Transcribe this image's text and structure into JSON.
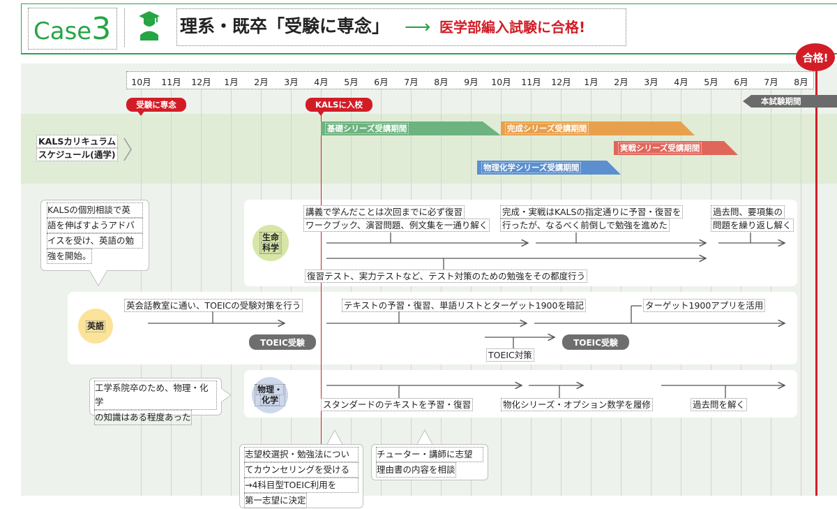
{
  "header": {
    "case_label": "Case",
    "case_number": "3",
    "title_main": "理系・既卒「受験に専念」",
    "arrow": "⟶",
    "title_result": "医学部編入試験に合格!"
  },
  "timeline": {
    "months": [
      "10月",
      "11月",
      "12月",
      "1月",
      "2月",
      "3月",
      "4月",
      "5月",
      "6月",
      "7月",
      "8月",
      "9月",
      "10月",
      "11月",
      "12月",
      "1月",
      "2月",
      "3月",
      "4月",
      "5月",
      "6月",
      "7月",
      "8月"
    ],
    "markers": {
      "start": "受験に専念",
      "enroll": "KALSに入校",
      "pass": "合格!",
      "exam_period": "本試験期間"
    }
  },
  "curriculum": {
    "label_line1": "KALSカリキュラム",
    "label_line2": "スケジュール(通学)",
    "bars": [
      {
        "label": "基礎シリーズ受講期間",
        "color": "#6db37f"
      },
      {
        "label": "完成シリーズ受講期間",
        "color": "#e8a04c"
      },
      {
        "label": "実戦シリーズ受講期間",
        "color": "#e0665a"
      },
      {
        "label": "物理化学シリーズ受講期間",
        "color": "#5b8fcf"
      }
    ]
  },
  "consult_note": {
    "l1": "KALSの個別相談で英",
    "l2": "語を伸ばすようアドバ",
    "l3": "イスを受け、英語の勉",
    "l4": "強を開始。"
  },
  "life_science": {
    "subject": "生命科学",
    "subject_l1": "生命",
    "subject_l2": "科学",
    "note1_l1": "講義で学んだことは次回までに必ず復習",
    "note1_l2": "ワークブック、演習問題、例文集を一通り解く",
    "note2_l1": "完成・実戦はKALSの指定通りに予習・復習を",
    "note2_l2": "行ったが、なるべく前倒しで勉強を進めた",
    "note3_l1": "過去問、要項集の",
    "note3_l2": "問題を繰り返し解く",
    "note4": "復習テスト、実力テストなど、テスト対策のための勉強をその都度行う"
  },
  "english": {
    "subject": "英語",
    "note1": "英会話教室に通い、TOEICの受験対策を行う",
    "note2": "テキストの予習・復習、単語リストとターゲット1900を暗記",
    "note3": "ターゲット1900アプリを活用",
    "toeic1": "TOEIC受験",
    "toeic2": "TOEIC受験",
    "toeic_prep": "TOEIC対策"
  },
  "physchem": {
    "subject_l1": "物理・",
    "subject_l2": "化学",
    "bg_note_l1": "工学系院卒のため、物理・化学",
    "bg_note_l2": "の知識はある程度あった",
    "note1": "スタンダードのテキストを予習・復習",
    "note2": "物化シリーズ・オプション数学を履修",
    "note3": "過去問を解く"
  },
  "bottom_notes": {
    "counsel_l1": "志望校選択・勉強法につい",
    "counsel_l2": "てカウンセリングを受ける",
    "counsel_l3": "→4科目型TOEIC利用を",
    "counsel_l4": "第一志望に決定",
    "tutor_l1": "チューター・講師に志望",
    "tutor_l2": "理由書の内容を相談"
  },
  "colors": {
    "green": "#26a545",
    "red": "#d21d27",
    "band_bg": "#e4eedc",
    "section_bg": "#eef2ec",
    "life_circle": "#d7e6a6",
    "eng_circle": "#fbe39a",
    "phys_circle": "#cdd8ec"
  }
}
